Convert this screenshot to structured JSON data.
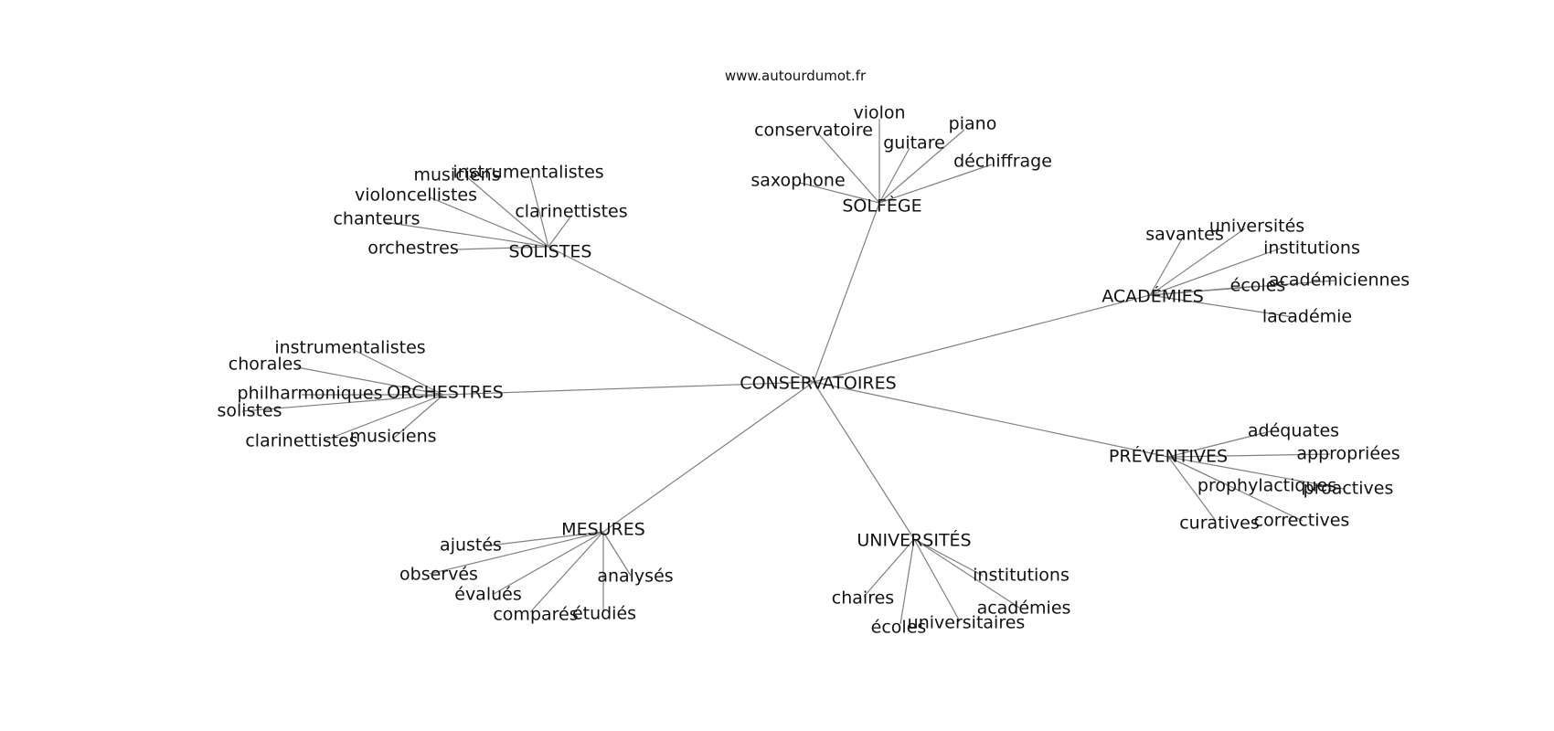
{
  "source": "www.autourdumot.fr",
  "colors": {
    "edge": "#808080",
    "text": "#111111",
    "background": "#ffffff"
  },
  "root": "CONSERVATOIRES",
  "hubs": [
    {
      "id": "solfege",
      "label": "SOLFÈGE",
      "leaves": [
        "violon",
        "piano",
        "conservatoire",
        "guitare",
        "déchiffrage",
        "saxophone"
      ]
    },
    {
      "id": "solistes",
      "label": "SOLISTES",
      "leaves": [
        "instrumentalistes",
        "musiciens",
        "violoncellistes",
        "clarinettistes",
        "chanteurs",
        "orchestres"
      ]
    },
    {
      "id": "academies",
      "label": "ACADÉMIES",
      "leaves": [
        "universités",
        "savantes",
        "institutions",
        "académiciennes",
        "écoles",
        "lacadémie"
      ]
    },
    {
      "id": "orchestres",
      "label": "ORCHESTRES",
      "leaves": [
        "instrumentalistes",
        "chorales",
        "philharmoniques",
        "solistes",
        "clarinettistes",
        "musiciens"
      ]
    },
    {
      "id": "preventives",
      "label": "PRÉVENTIVES",
      "leaves": [
        "adéquates",
        "appropriées",
        "prophylactiques",
        "proactives",
        "correctives",
        "curatives"
      ]
    },
    {
      "id": "mesures",
      "label": "MESURES",
      "leaves": [
        "ajustés",
        "observés",
        "analysés",
        "évalués",
        "comparés",
        "étudiés"
      ]
    },
    {
      "id": "universites",
      "label": "UNIVERSITÉS",
      "leaves": [
        "institutions",
        "chaires",
        "académies",
        "universitaires",
        "écoles"
      ]
    }
  ]
}
